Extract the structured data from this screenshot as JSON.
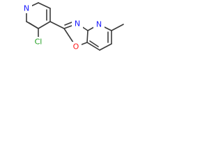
{
  "colors": {
    "bond": "#3a3a3a",
    "background": "#ffffff",
    "nitrogen": "#1a1aff",
    "oxygen": "#ff1a1a",
    "chlorine": "#1f9f1f"
  },
  "molecule": {
    "atoms": [
      {
        "id": "n_pyr",
        "label": "N",
        "element": "nitrogen"
      },
      {
        "id": "cl",
        "label": "Cl",
        "element": "chlorine"
      },
      {
        "id": "n_ox",
        "label": "N",
        "element": "nitrogen"
      },
      {
        "id": "o_ox",
        "label": "O",
        "element": "oxygen"
      },
      {
        "id": "n_pyd",
        "label": "N",
        "element": "nitrogen"
      }
    ]
  }
}
